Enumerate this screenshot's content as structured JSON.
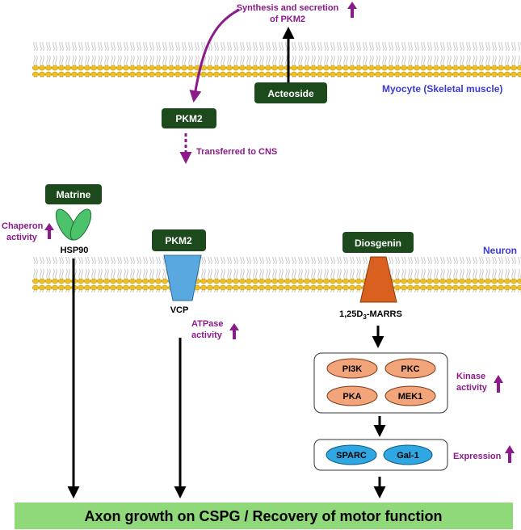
{
  "myocyte": {
    "membrane_label": "Myocyte (Skeletal muscle)",
    "synthesis_line1": "Synthesis and secretion",
    "synthesis_line2": "of PKM2",
    "acteoside": "Acteoside",
    "pkm2": "PKM2",
    "transferred": "Transferred to CNS"
  },
  "neuron": {
    "membrane_label": "Neuron",
    "matrine": "Matrine",
    "chaperon_line1": "Chaperon",
    "chaperon_line2": "activity",
    "hsp90": "HSP90",
    "pkm2": "PKM2",
    "vcp": "VCP",
    "atpase_line1": "ATPase",
    "atpase_line2": "activity",
    "diosgenin": "Diosgenin",
    "marrs_prefix": "1,25D",
    "marrs_sub": "3",
    "marrs_suffix": "-MARRS",
    "kinases": [
      "PI3K",
      "PKC",
      "PKA",
      "MEK1"
    ],
    "kinase_line1": "Kinase",
    "kinase_line2": "activity",
    "expr_proteins": [
      "SPARC",
      "Gal-1"
    ],
    "expression": "Expression"
  },
  "outcome": "Axon growth on CSPG / Recovery of motor function",
  "colors": {
    "drug_box": "#1d4a1d",
    "purple": "#8b1a8b",
    "blue_label": "#3a3ad6",
    "membrane_head": "#f0c020",
    "hsp90": "#4cc36a",
    "vcp": "#5aa8e0",
    "marrs": "#d9601e",
    "kinase": "#f2a47a",
    "expr": "#2fa7e3",
    "outcome_bg": "#8fd97a"
  }
}
